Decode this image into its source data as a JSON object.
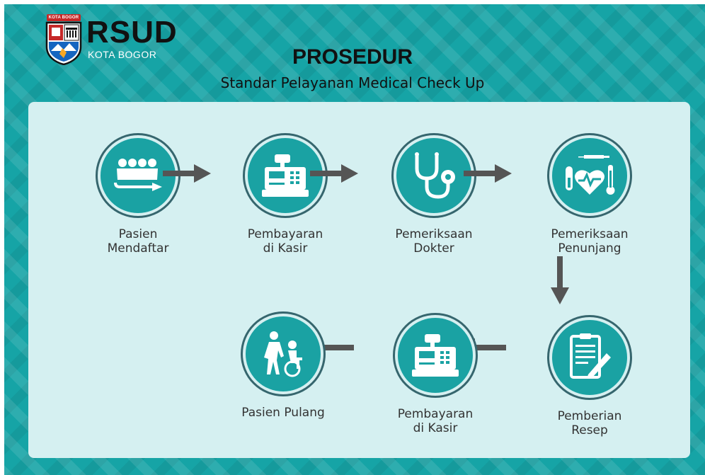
{
  "logo": {
    "crest_text": "KOTA BOGOR",
    "name": "RSUD",
    "city": "KOTA BOGOR"
  },
  "title": "PROSEDUR",
  "subtitle": "Standar Pelayanan Medical Check Up",
  "steps": [
    {
      "icon": "patients-registering-icon",
      "line1": "Pasien",
      "line2": "Mendaftar"
    },
    {
      "icon": "cash-register-icon",
      "line1": "Pembayaran",
      "line2": "di Kasir"
    },
    {
      "icon": "stethoscope-icon",
      "line1": "Pemeriksaan",
      "line2": "Dokter"
    },
    {
      "icon": "medical-tests-icon",
      "line1": "Pemeriksaan",
      "line2": "Penunjang"
    },
    {
      "icon": "prescription-icon",
      "line1": "Pemberian",
      "line2": "Resep"
    },
    {
      "icon": "cash-register-icon",
      "line1": "Pembayaran",
      "line2": "di Kasir"
    },
    {
      "icon": "patient-discharge-icon",
      "line1": "Pasien Pulang",
      "line2": ""
    }
  ],
  "colors": {
    "background": "#16a4a6",
    "panel": "#d5f0f1",
    "circle": "#1aa2a3",
    "arrow": "#555555",
    "text": "#333333"
  }
}
